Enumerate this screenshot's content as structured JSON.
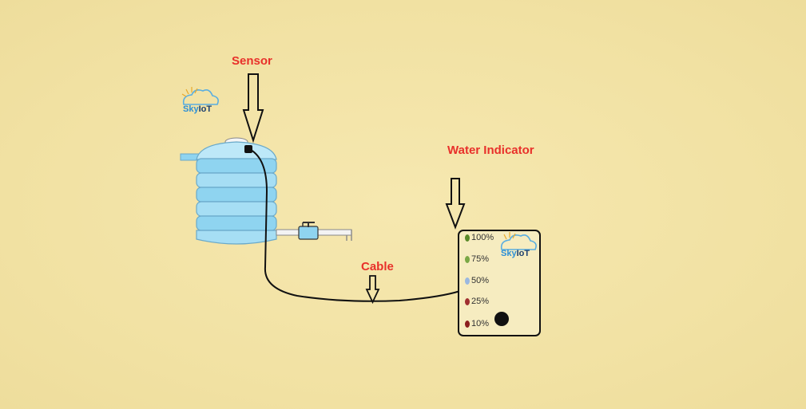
{
  "labels": {
    "sensor": "Sensor",
    "water_indicator": "Water Indicator",
    "cable": "Cable"
  },
  "logo": {
    "sky": "Sky",
    "iot": "IoT"
  },
  "levels": [
    {
      "label": "100%",
      "color": "#5a8a2a"
    },
    {
      "label": "75%",
      "color": "#7aa845"
    },
    {
      "label": "50%",
      "color": "#9ab8e0"
    },
    {
      "label": "25%",
      "color": "#a03030"
    },
    {
      "label": "10%",
      "color": "#8c1f1f"
    }
  ],
  "colors": {
    "label_red": "#e8302a",
    "water_blue": "#8fd4f0",
    "tank_outline": "#6aa9c9",
    "panel_bg": "#f6ecc0",
    "background": "#f2e3a6"
  }
}
